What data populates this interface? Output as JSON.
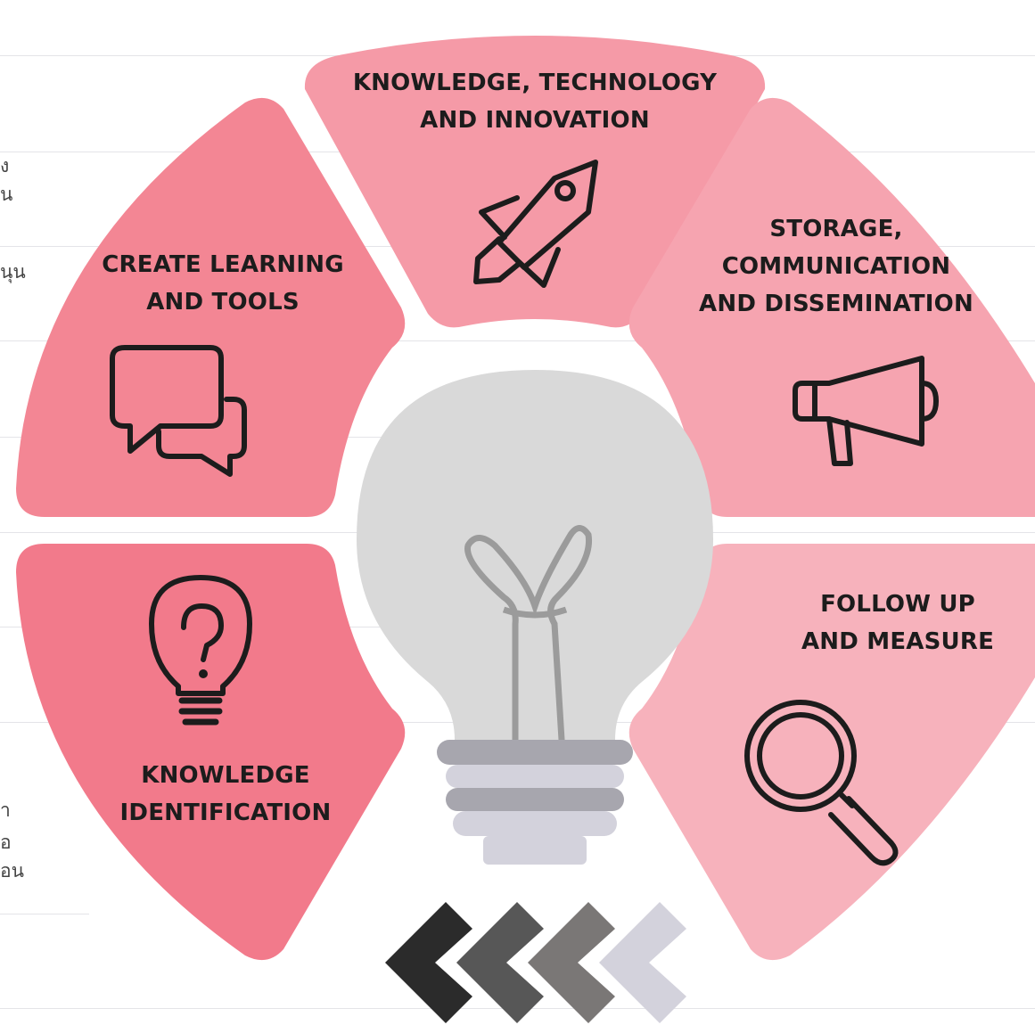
{
  "segments": [
    {
      "id": "knowledge-technology-innovation",
      "label_lines": [
        "KNOWLEDGE, TECHNOLOGY",
        "AND INNOVATION"
      ],
      "color": "#f59aa7",
      "icon": "rocket-icon"
    },
    {
      "id": "create-learning-tools",
      "label_lines": [
        "CREATE LEARNING",
        "AND TOOLS"
      ],
      "color": "#f38694",
      "icon": "chat-bubbles-icon"
    },
    {
      "id": "storage-communication-dissemination",
      "label_lines": [
        "STORAGE,",
        "COMMUNICATION",
        "AND DISSEMINATION"
      ],
      "color": "#f6a4b0",
      "icon": "megaphone-icon"
    },
    {
      "id": "knowledge-identification",
      "label_lines": [
        "KNOWLEDGE",
        "IDENTIFICATION"
      ],
      "color": "#f27a8b",
      "icon": "question-bulb-icon"
    },
    {
      "id": "follow-up-measure",
      "label_lines": [
        "FOLLOW UP",
        "AND MEASURE"
      ],
      "color": "#f7b2bc",
      "icon": "magnifier-icon"
    }
  ],
  "side_fragments": [
    "ง",
    "น",
    "นุน",
    "า",
    "อ",
    "อน"
  ],
  "center_icon": "light-bulb-icon",
  "arrows": {
    "icon": "chevrons-left-icon",
    "colors": [
      "#2b2b2b",
      "#575757",
      "#7a7776",
      "#d3d2dc"
    ]
  },
  "colors": {
    "icon_stroke": "#1c1c1c",
    "bulb_glass": "#d9d9d9",
    "bulb_filament": "#9b9b9b",
    "bulb_base_dark": "#a7a6ae",
    "bulb_base_light": "#d3d2dc",
    "rules": "#e4e4e8"
  }
}
